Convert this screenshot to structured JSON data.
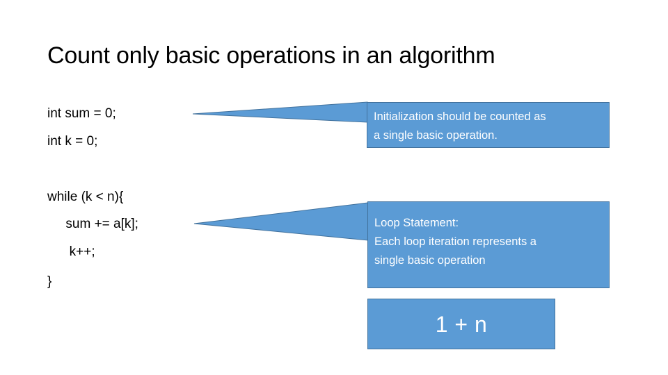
{
  "slide": {
    "title": "Count only basic operations in an algorithm",
    "background_color": "#FFFFFF",
    "accent_color": "#5B9BD5",
    "accent_border_color": "#41719C",
    "text_color": "#000000",
    "callout_text_color": "#FFFFFF"
  },
  "code": {
    "lines": [
      "int sum = 0;",
      "int k = 0;",
      "while (k < n){",
      "     sum += a[k];",
      "      k++;",
      "}"
    ]
  },
  "callouts": {
    "initialization": {
      "line1": "Initialization should be counted as",
      "line2": "a single basic operation.",
      "full_text": "Initialization should be counted as a single basic operation."
    },
    "loop": {
      "line1": "Loop Statement:",
      "line2": "Each loop iteration represents a",
      "line3": "single basic operation",
      "full_text": "Loop Statement: Each loop iteration represents a single basic operation"
    }
  },
  "total_box": {
    "value": "1 + n"
  }
}
